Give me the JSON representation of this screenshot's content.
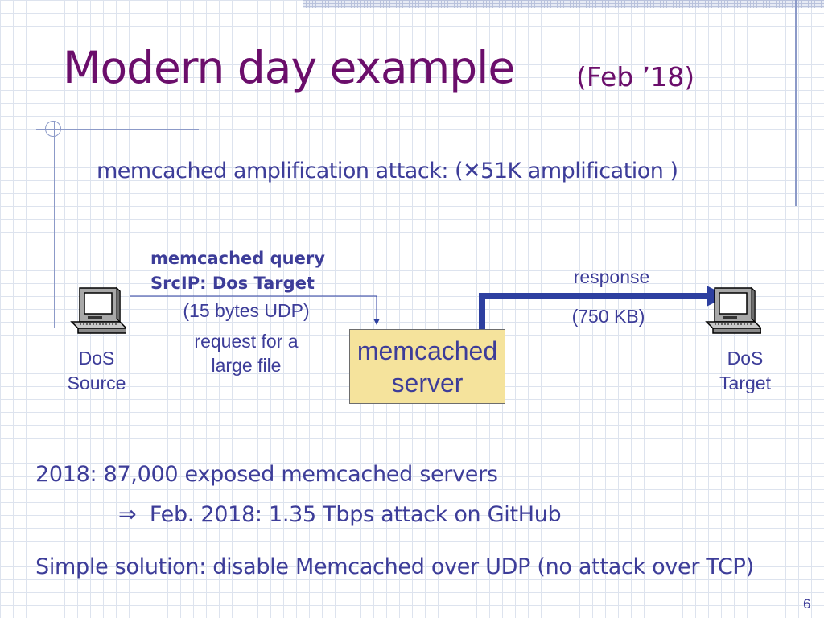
{
  "slide": {
    "title": "Modern day example",
    "title_date": "(Feb ’18)",
    "subtitle": "memcached amplification attack:  (✕51K  amplification )",
    "page_number": "6"
  },
  "diagram": {
    "source": {
      "line1": "DoS",
      "line2": "Source"
    },
    "target": {
      "line1": "DoS",
      "line2": "Target"
    },
    "query": {
      "line1": "memcached query",
      "line2": "SrcIP:  Dos Target",
      "size": "(15 bytes UDP)",
      "request_line1": "request for a",
      "request_line2": "large file"
    },
    "response": {
      "label": "response",
      "size": "(750 KB)"
    },
    "server": {
      "line1": "memcached",
      "line2": "server"
    }
  },
  "body": {
    "stat": "2018:  87,000 exposed memcached servers",
    "implies_symbol": "⇒",
    "implies": "Feb. 2018:  1.35 Tbps attack on GitHub",
    "solution": "Simple solution: disable Memcached over UDP  (no attack over TCP)"
  },
  "colors": {
    "title": "#6b0e6b",
    "text": "#3d3d99",
    "server_fill": "#f5e39c",
    "arrow": "#2d3fa0"
  }
}
